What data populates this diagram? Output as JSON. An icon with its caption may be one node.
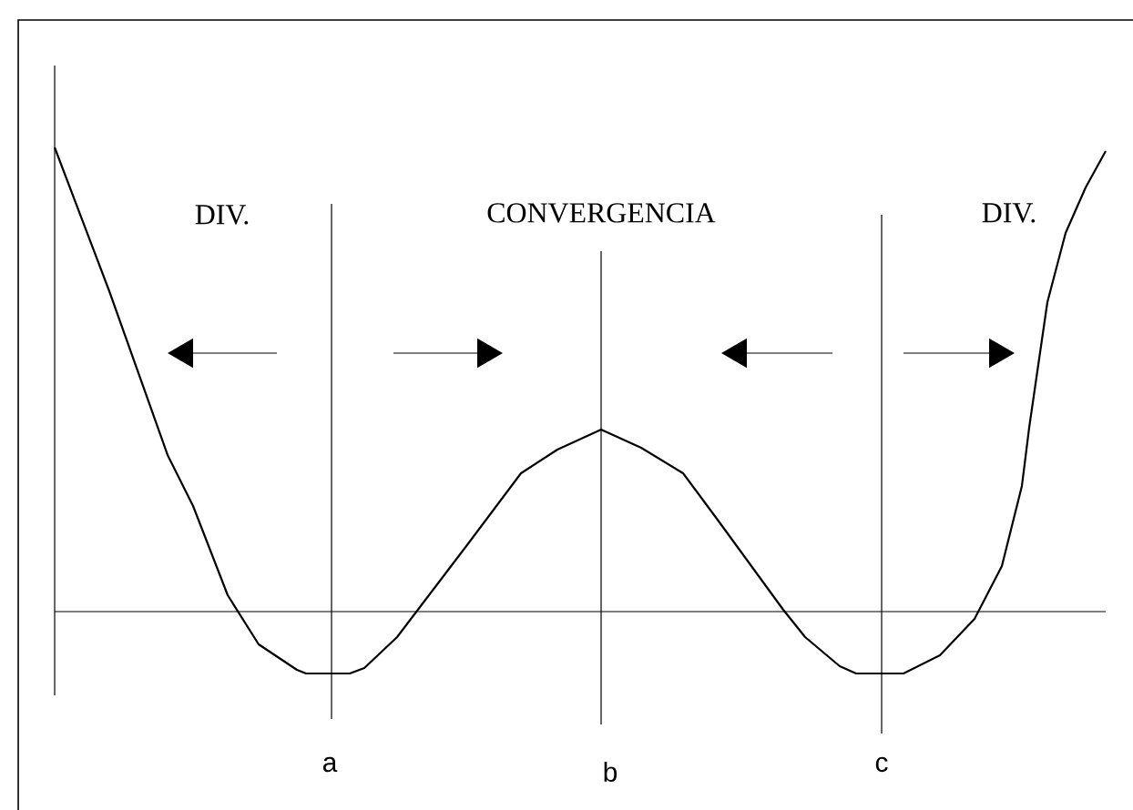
{
  "diagram": {
    "labels": [
      "DIV.",
      "CONVERGENCIA",
      "DIV.",
      "a",
      "b",
      "c"
    ]
  }
}
